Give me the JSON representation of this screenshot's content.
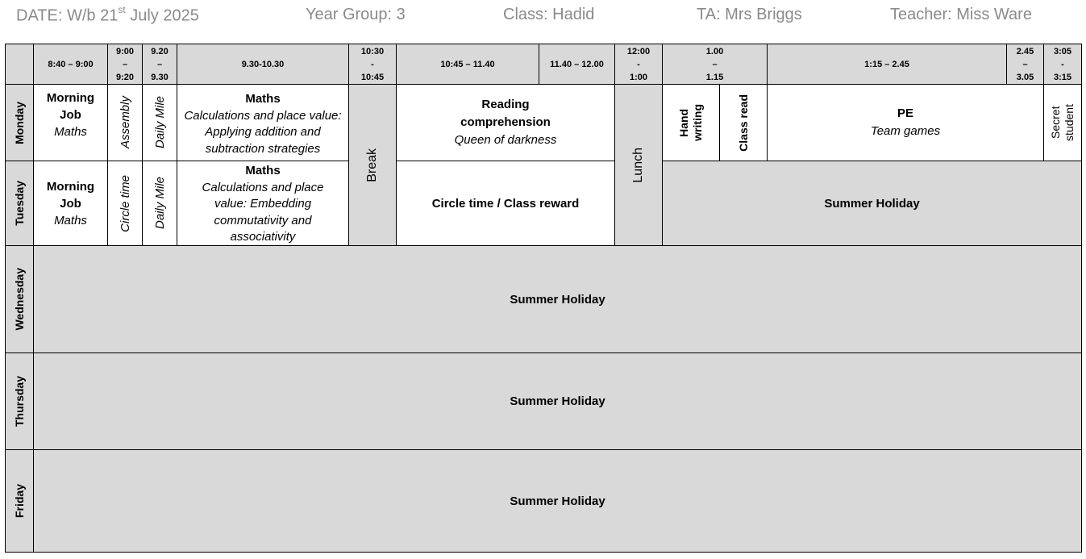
{
  "header": {
    "date_prefix": "DATE: W/b 21",
    "date_sup": "st",
    "date_suffix": " July 2025",
    "year_group": "Year Group: 3",
    "class": "Class: Hadid",
    "ta": "TA: Mrs Briggs",
    "teacher": "Teacher: Miss Ware"
  },
  "times": {
    "t1": "8:40 – 9:00",
    "t2": [
      "9:00",
      "–",
      "9:20"
    ],
    "t3": [
      "9.20",
      "–",
      "9.30"
    ],
    "t4": "9.30-10.30",
    "t5": [
      "10:30",
      "-",
      "10:45"
    ],
    "t6": "10:45 – 11.40",
    "t7": "11.40 – 12.00",
    "t8": [
      "12:00",
      "-",
      "1:00"
    ],
    "t9": [
      "1.00",
      "–",
      "1.15"
    ],
    "t10": "1:15 – 2.45",
    "t11": [
      "2.45",
      "–",
      "3.05"
    ],
    "t12": [
      "3:05",
      "-",
      "3:15"
    ]
  },
  "days": [
    "Monday",
    "Tuesday",
    "Wednesday",
    "Thursday",
    "Friday"
  ],
  "monday": {
    "morning_job_title": "Morning Job",
    "morning_job_subject": "Maths",
    "assembly": "Assembly",
    "daily_mile": "Daily Mile",
    "maths_title": "Maths",
    "maths_detail": "Calculations and place value: Applying addition and subtraction strategies",
    "reading_title": "Reading comprehension",
    "reading_detail": "Queen of darkness",
    "handwriting": [
      "Hand",
      "writing"
    ],
    "class_read": "Class read",
    "pe_title": "PE",
    "pe_detail": "Team games",
    "secret_student": [
      "Secret",
      "student"
    ]
  },
  "tuesday": {
    "morning_job_title": "Morning Job",
    "morning_job_subject": "Maths",
    "circle_time": "Circle time",
    "daily_mile": "Daily Mile",
    "maths_title": "Maths",
    "maths_detail": "Calculations and place value: Embedding commutativity and associativity",
    "circle_reward": "Circle time / Class reward",
    "afternoon": "Summer Holiday"
  },
  "breaks": {
    "break": "Break",
    "lunch": "Lunch"
  },
  "wednesday": "Summer Holiday",
  "thursday": "Summer Holiday",
  "friday": "Summer Holiday"
}
